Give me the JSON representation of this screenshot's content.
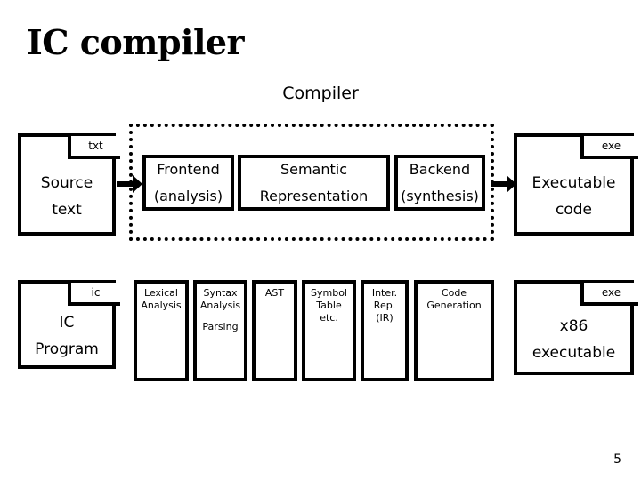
{
  "slide": {
    "title": "IC compiler",
    "page_number": "5"
  },
  "diagram": {
    "title": "Compiler",
    "boundary_label": "compiler-dotted-boundary"
  },
  "row_top": {
    "input_doc": {
      "tab_label": "txt",
      "lines": [
        "Source",
        "text"
      ]
    },
    "stages": [
      {
        "line1": "Frontend",
        "line2": "(analysis)"
      },
      {
        "line1": "Semantic",
        "line2": "Representation"
      },
      {
        "line1": "Backend",
        "line2": "(synthesis)"
      }
    ],
    "output_doc": {
      "tab_label": "exe",
      "lines": [
        "Executable",
        "code"
      ]
    }
  },
  "row_bottom": {
    "input_doc": {
      "tab_label": "ic",
      "lines": [
        "IC",
        "Program"
      ]
    },
    "phases": [
      {
        "lines": [
          "Lexical",
          "Analysis"
        ],
        "extra": []
      },
      {
        "lines": [
          "Syntax",
          "Analysis"
        ],
        "extra": [
          "Parsing"
        ]
      },
      {
        "lines": [
          "AST"
        ],
        "extra": []
      },
      {
        "lines": [
          "Symbol",
          "Table",
          "etc."
        ],
        "extra": []
      },
      {
        "lines": [
          "Inter.",
          "Rep.",
          "(IR)"
        ],
        "extra": []
      },
      {
        "lines": [
          "Code",
          "Generation"
        ],
        "extra": []
      }
    ],
    "output_doc": {
      "tab_label": "exe",
      "lines": [
        "x86",
        "executable"
      ]
    }
  },
  "colors": {
    "ink": "#000000",
    "paper": "#ffffff"
  }
}
